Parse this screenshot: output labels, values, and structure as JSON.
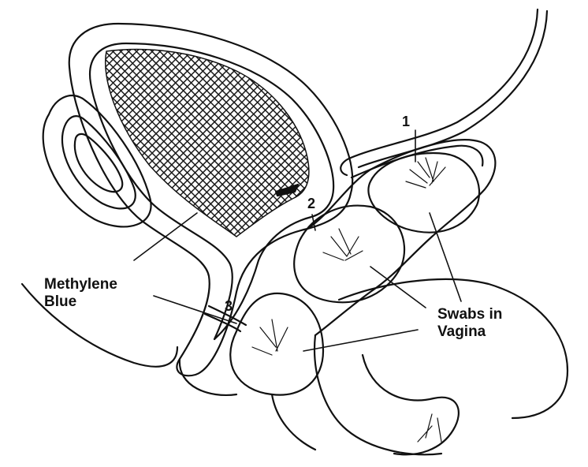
{
  "labels": {
    "methylene_line1": "Methylene",
    "methylene_line2": "Blue",
    "swabs_line1": "Swabs in",
    "swabs_line2": "Vagina",
    "marker_1": "1",
    "marker_2": "2",
    "marker_3": "3"
  },
  "colors": {
    "ink": "#111111",
    "background": "#ffffff",
    "hatch": "#1a1a1a"
  }
}
